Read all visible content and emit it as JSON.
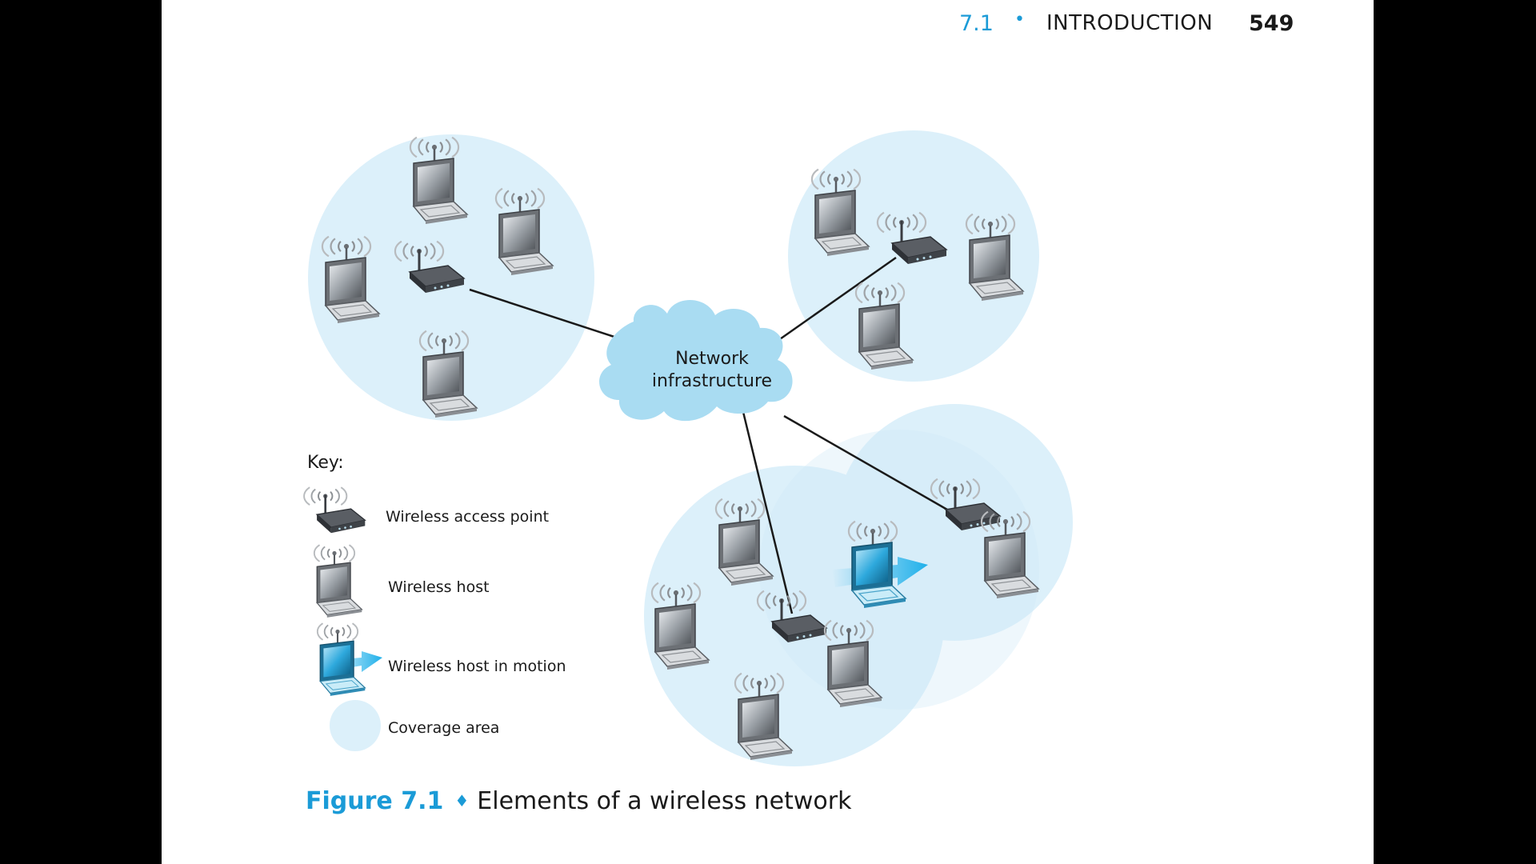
{
  "header": {
    "section": "7.1",
    "bullet": "•",
    "title": "INTRODUCTION",
    "page_number": "549"
  },
  "diagram": {
    "cloud_label_line1": "Network",
    "cloud_label_line2": "infrastructure",
    "key": {
      "title": "Key:",
      "items": [
        {
          "label": "Wireless access point",
          "icon": "access-point-icon"
        },
        {
          "label": "Wireless host",
          "icon": "laptop-icon"
        },
        {
          "label": "Wireless host in motion",
          "icon": "moving-laptop-icon"
        },
        {
          "label": "Coverage area",
          "icon": "coverage-area-icon"
        }
      ]
    },
    "colors": {
      "coverage_area": "#dcf0fa",
      "cloud": "#a9dcf2",
      "accent": "#1b9bd7",
      "device_dark": "#3a3d42"
    }
  },
  "caption": {
    "label": "Figure 7.1",
    "separator": "♦",
    "text": "Elements of a wireless network"
  }
}
